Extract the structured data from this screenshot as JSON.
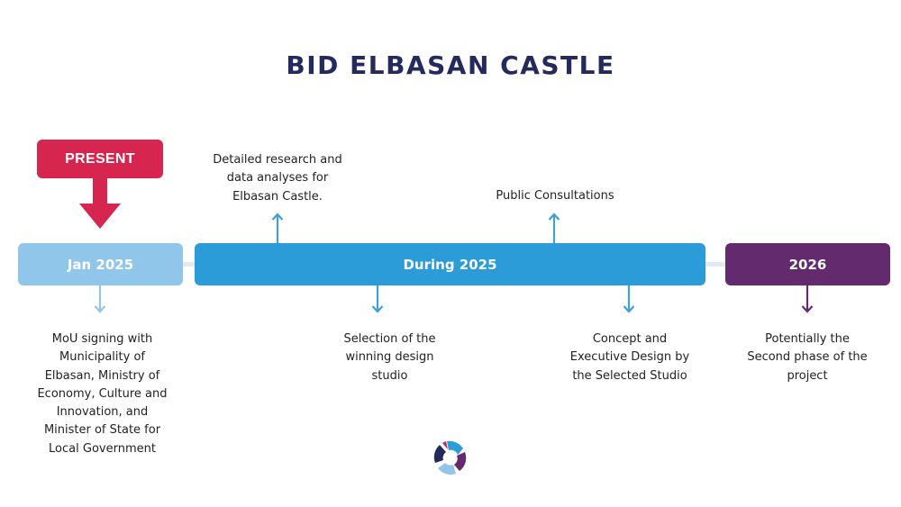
{
  "title": "BID ELBASAN CASTLE",
  "present_label": "PRESENT",
  "phases": {
    "jan": "Jan 2025",
    "during": "During 2025",
    "y2026": "2026"
  },
  "notes": {
    "research": "Detailed research and\ndata analyses for\nElbasan Castle.",
    "consultations": "Public Consultations",
    "mou": "MoU signing with\nMunicipality of\nElbasan, Ministry of\nEconomy, Culture and\nInnovation, and\nMinister of State for\nLocal Government",
    "selection": "Selection of the\nwinning  design\nstudio",
    "concept": "Concept and\nExecutive Design by\nthe Selected Studio",
    "second_phase": "Potentially the\nSecond phase of the\nproject"
  },
  "colors": {
    "title": "#252a5c",
    "present": "#d6254f",
    "jan": "#8fc6ea",
    "during": "#2b9cd8",
    "y2026": "#632a6e",
    "arrow_blue": "#3fa0d6",
    "arrow_light": "#8fc6ea",
    "arrow_purple": "#632a6e"
  },
  "icons": [
    "arrow-down-icon",
    "arrow-up-icon",
    "logo-icon"
  ]
}
